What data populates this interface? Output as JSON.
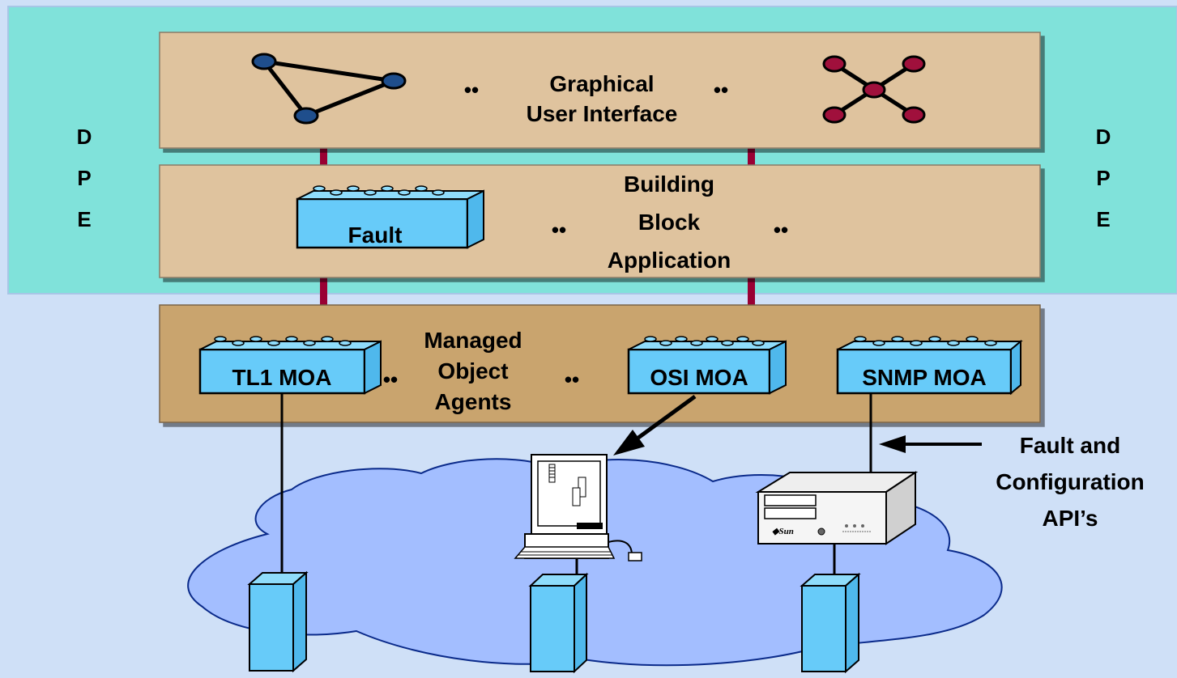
{
  "dpe_left": [
    "D",
    "P",
    "E"
  ],
  "dpe_right": [
    "D",
    "P",
    "E"
  ],
  "gui": {
    "line1": "Graphical",
    "line2": "User Interface",
    "ellipsis": "••"
  },
  "bba": {
    "line1": "Building",
    "line2": "Block",
    "line3": "Application",
    "fault_block": "Fault",
    "ellipsis": "••"
  },
  "moa": {
    "line1": "Managed",
    "line2": "Object",
    "line3": "Agents",
    "tl1": "TL1 MOA",
    "osi": "OSI  MOA",
    "snmp": "SNMP MOA",
    "ellipsis": "••"
  },
  "callout": {
    "line1": "Fault and",
    "line2": "Configuration",
    "line3": "API’s"
  },
  "workstation_brand": "Sun",
  "colors": {
    "dpe_band": "#80e2da",
    "background": "#cfe0f7",
    "layer_light": "#dfc39e",
    "layer_dark": "#c9a46e",
    "block_blue": "#67cbf9",
    "cloud": "#a3beff",
    "connector": "#990033",
    "node_blue": "#1f4e8c",
    "node_red": "#a0103c"
  }
}
